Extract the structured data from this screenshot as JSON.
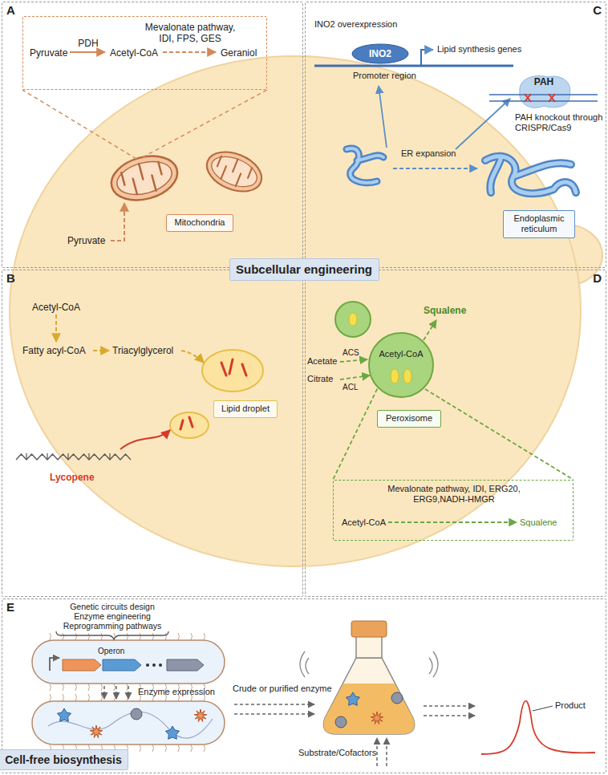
{
  "diagram": {
    "nodes": [
      {
        "text": [
          "A"
        ]
      },
      {
        "text": [
          "Pyruvate",
          "PDH",
          "Acetyl-CoA",
          "Mevalonate pathway, IDI, FPS, GES",
          "Geraniol"
        ],
        "in": 0
      },
      {
        "text": [
          "Mitochondria"
        ],
        "in": 0
      },
      {
        "text": [
          "C"
        ]
      },
      {
        "text": [
          "INO2"
        ],
        "in": 3
      },
      {
        "text": [
          "PAH"
        ],
        "in": 3
      },
      {
        "text": [
          "Endoplasmic reticulum"
        ],
        "in": 3
      },
      {
        "text": [
          "Subcellular engineering"
        ]
      },
      {
        "text": [
          "B"
        ]
      },
      {
        "text": [
          "Lipid droplet"
        ],
        "in": 8
      },
      {
        "text": [
          "D"
        ]
      },
      {
        "text": [
          "Acetyl-CoA"
        ],
        "in": 10
      },
      {
        "text": [
          "Peroxisome"
        ],
        "in": 10
      },
      {
        "text": [
          "Mevalonate pathway, IDI, ERG20, ERG9,NADH-HMGR",
          "Acetyl-CoA",
          "Squalene"
        ],
        "in": 10
      },
      {
        "text": [
          "E"
        ]
      },
      {
        "text": [
          "Cell-free biosynthesis"
        ],
        "in": 14
      }
    ],
    "edges": [
      {
        "from": 11,
        "to": 13,
        "arrow": "none"
      }
    ],
    "labels": [
      "Pyruvate",
      "Acetyl-CoA",
      "Fatty acyl-CoA",
      "Triacylglycerol",
      "Lycopene",
      "INO2 overexpression",
      "Lipid synthesis genes",
      "Promoter region",
      "PAH knockout through CRISPR/Cas9",
      "ER expansion",
      "Squalene",
      "Acetate",
      "ACS",
      "Citrate",
      "ACL",
      "Genetic circuits design",
      "Enzyme engineering",
      "Reprogramming pathways",
      "Operon",
      "Enzyme expression",
      "Crude or purified enzyme",
      "Substrate/Cofactors",
      "Product"
    ]
  }
}
